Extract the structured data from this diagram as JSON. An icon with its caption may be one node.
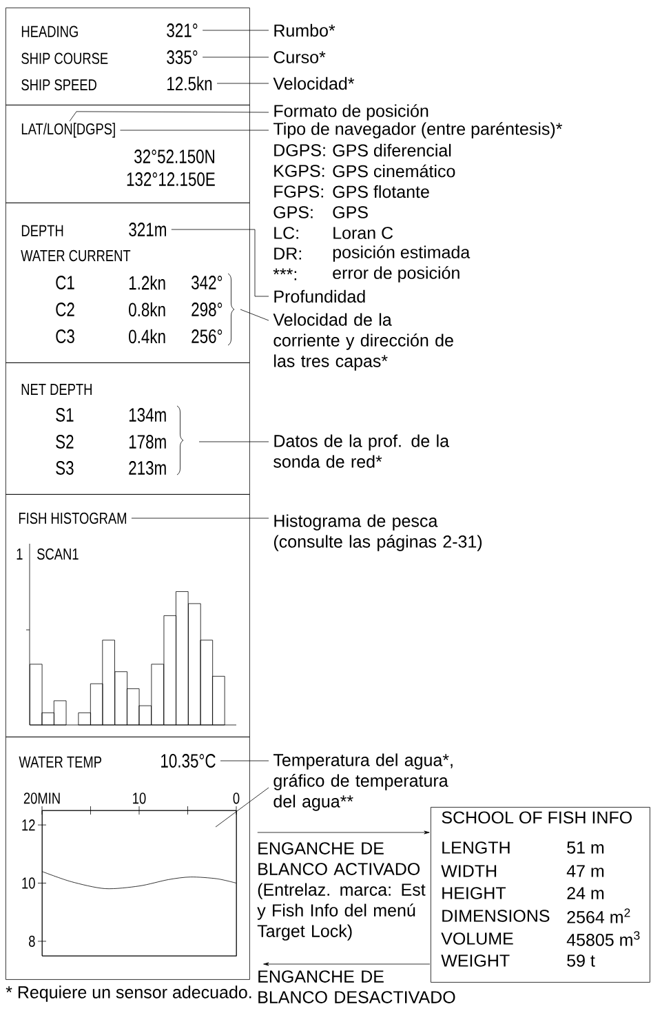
{
  "diagram": {
    "nodes": [
      {
        "text": [],
        "shape": "box"
      },
      {
        "text": [
          "HEADING",
          "321°"
        ],
        "in": 0
      },
      {
        "text": [
          "SHIP COURSE",
          "335°"
        ],
        "in": 0
      },
      {
        "text": [
          "SHIP SPEED",
          "12.5kn"
        ],
        "in": 0
      },
      {
        "text": [
          "Rumbo*"
        ]
      },
      {
        "text": [
          "Curso*"
        ]
      },
      {
        "text": [
          "Velocidad*"
        ]
      },
      {
        "text": [],
        "shape": "box"
      },
      {
        "text": [
          "LAT/LON[DGPS]"
        ],
        "in": 7
      },
      {
        "text": [
          "Formato de posición"
        ]
      },
      {
        "text": [
          "Tipo de navegador (entre paréntesis)*"
        ]
      },
      {
        "text": [],
        "shape": "box"
      },
      {
        "text": [
          "DEPTH",
          "321m"
        ],
        "in": 11
      },
      {
        "text": [
          "Profundidad"
        ]
      },
      {
        "text": [
          "Velocidad de la corriente y dirección de las tres capas*"
        ]
      },
      {
        "text": [],
        "shape": "box"
      },
      {
        "text": [
          "Datos de la prof. de la sonda de red*"
        ]
      },
      {
        "text": [],
        "shape": "box"
      },
      {
        "text": [
          "FISH HISTOGRAM"
        ],
        "in": 17
      },
      {
        "text": [
          "Histograma de pesca (consulte las páginas 2-31)"
        ]
      },
      {
        "text": [],
        "shape": "box"
      },
      {
        "text": [
          "WATER TEMP",
          "10.35°C"
        ],
        "in": 20
      },
      {
        "text": [
          "Temperatura del agua*, gráfico de temperatura del agua**"
        ]
      },
      {
        "text": [],
        "shape": "box",
        "in": 20
      },
      {
        "text": [
          "SCHOOL OF FISH INFO"
        ]
      }
    ],
    "edges": [
      {
        "from": 1,
        "to": 4,
        "arrow": "none"
      },
      {
        "from": 2,
        "to": 5,
        "arrow": "none"
      },
      {
        "from": 3,
        "to": 6,
        "arrow": "none"
      },
      {
        "from": 8,
        "to": 9,
        "arrow": "none"
      },
      {
        "from": 8,
        "to": 10,
        "arrow": "none"
      },
      {
        "from": 12,
        "to": 13,
        "arrow": "none"
      },
      {
        "from": 11,
        "to": 14,
        "arrow": "none"
      },
      {
        "from": 15,
        "to": 16,
        "arrow": "none"
      },
      {
        "from": 18,
        "to": 19,
        "arrow": "none"
      },
      {
        "from": 21,
        "to": 22,
        "arrow": "none"
      },
      {
        "from": 22,
        "to": 23,
        "arrow": "none"
      },
      {
        "from": 20,
        "to": 24,
        "arrow": "to",
        "label": "ENGANCHE DE BLANCO ACTIVADO (Entrelaz. marca: Est y Fish Info del menú Target Lock)"
      },
      {
        "from": 24,
        "to": 20,
        "arrow": "to",
        "label": "ENGANCHE DE BLANCO DESACTIVADO"
      }
    ],
    "labels": [
      "32°52.150N",
      "132°12.150E",
      "DGPS:",
      "GPS diferencial",
      "KGPS:",
      "GPS cinemático",
      "FGPS:",
      "GPS flotante",
      "GPS:",
      "GPS",
      "LC:",
      "Loran C",
      "DR:",
      "posición estimada",
      "***:",
      "error de posición",
      "WATER CURRENT",
      "C1",
      "1.2kn",
      "342°",
      "C2",
      "0.8kn",
      "298°",
      "C3",
      "0.4kn",
      "256°",
      "NET DEPTH",
      "S1",
      "134m",
      "S2",
      "178m",
      "S3",
      "213m",
      "1",
      "SCAN1",
      "LENGTH",
      "51 m",
      "WIDTH",
      "47 m",
      "HEIGHT",
      "24 m",
      "DIMENSIONS",
      "2564 m$^{2}$",
      "VOLUME",
      "45805 m$^{3}$",
      "WEIGHT",
      "59 t",
      "* Requiere un sensor adecuado."
    ],
    "chart_data": {
      "type": "line",
      "x": [
        20,
        17,
        13.5,
        10,
        7,
        4.7,
        2,
        0
      ],
      "series": [
        {
          "values": [
            10.4,
            10.05,
            9.81,
            9.9,
            10.12,
            10.21,
            10.15,
            10.0
          ]
        }
      ],
      "xlim": [
        20,
        0
      ],
      "ylim": [
        7.5,
        12.5
      ],
      "xticks": [
        {
          "value": 20,
          "label": "20MIN"
        },
        10,
        0
      ],
      "yticks": [
        8,
        10,
        12
      ]
    }
  }
}
